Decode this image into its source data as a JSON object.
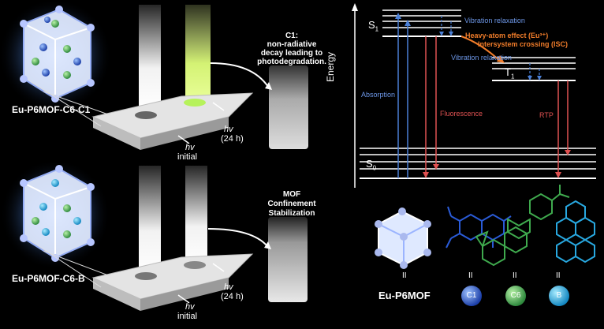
{
  "left": {
    "top_panel": {
      "mof_label": "Eu-P6MOF-C6-C1",
      "c1_title": "C1:",
      "c1_note_lines": [
        "non-radiative",
        "decay leading to",
        "photodegradation."
      ],
      "hv_initial": "hv",
      "initial_text": "initial",
      "hv_24": "hv",
      "h24_text": "(24 h)"
    },
    "bottom_panel": {
      "mof_label": "Eu-P6MOF-C6-B",
      "mof_note_lines": [
        "MOF",
        "Confinement",
        "Stabilization"
      ],
      "hv_initial": "hv",
      "initial_text": "initial",
      "hv_24": "hv",
      "h24_text": "(24 h)"
    }
  },
  "energy_diagram": {
    "y_label": "Energy",
    "s1": "S",
    "s1_sub": "1",
    "t1": "T",
    "t1_sub": "1",
    "s0": "S",
    "s0_sub": "0",
    "vib_relax_1": "Vibration relaxation",
    "vib_relax_2": "Vibration relaxation",
    "heavy_atom": "Heavy-atom effect (Eu³⁺)",
    "isc": "Intersystem crossing (ISC)",
    "absorption": "Absorption",
    "fluorescence": "Fluorescence",
    "rtp": "RTP",
    "colors": {
      "absorption": "#4a7fd6",
      "fluorescence": "#e05252",
      "isc": "#f07c2a",
      "levels": "#ffffff"
    }
  },
  "legend": {
    "mof_name": "Eu-P6MOF",
    "eq": "II",
    "c1": "C1",
    "c6": "C6",
    "b": "B",
    "colors": {
      "c1": "#2a5bd7",
      "c6": "#3faa4e",
      "b": "#28a8e0"
    }
  }
}
